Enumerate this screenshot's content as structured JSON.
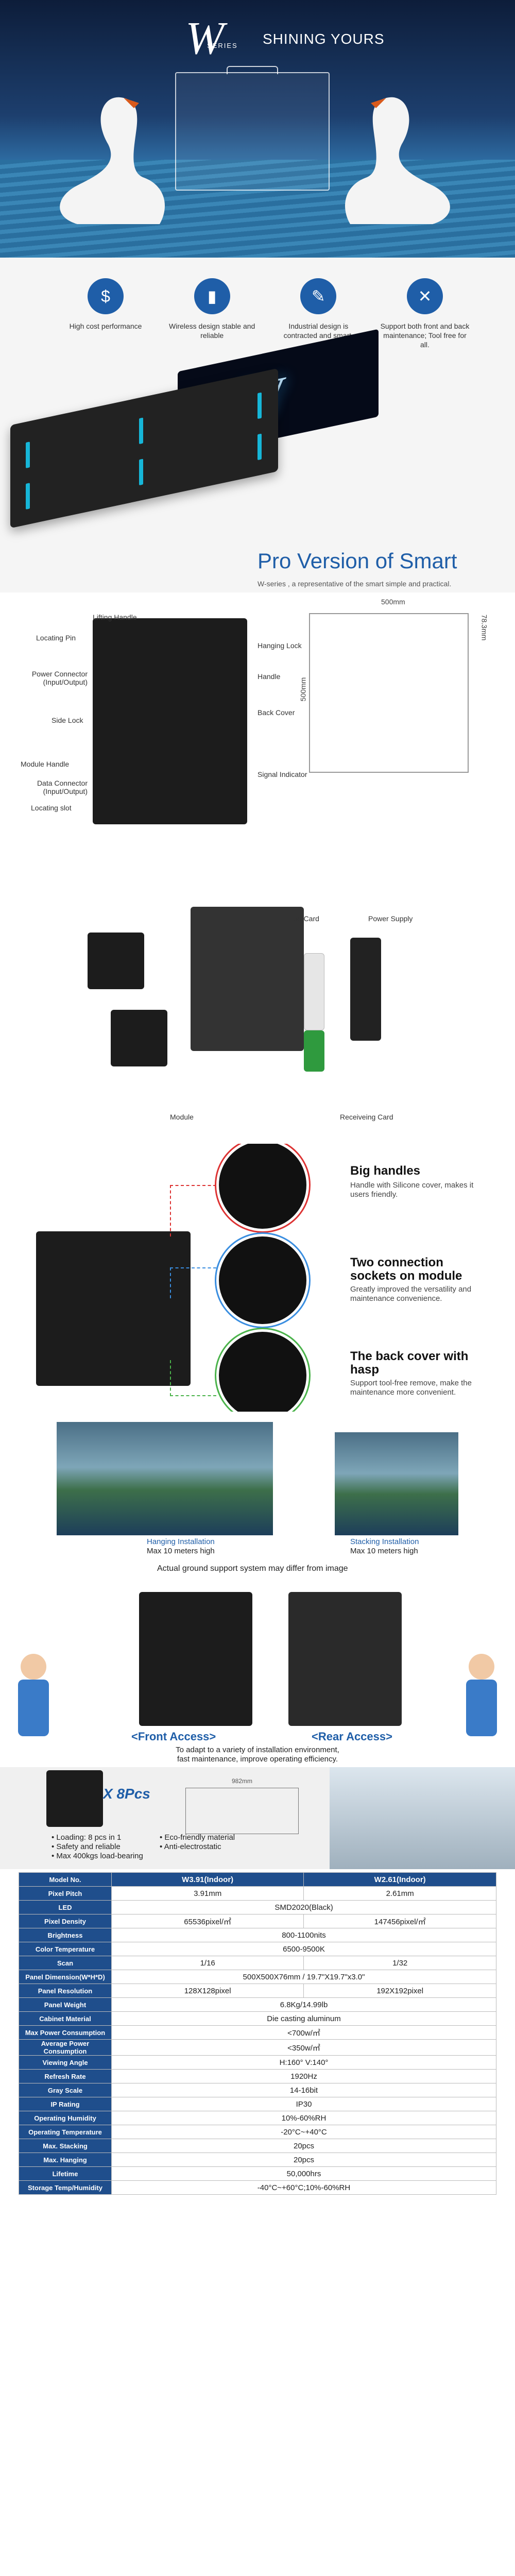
{
  "hero": {
    "logo_letter": "W",
    "series": "SERIES",
    "tagline": "SHINING YOURS"
  },
  "features": [
    {
      "icon": "dollar-icon",
      "glyph": "$",
      "text": "High cost performance"
    },
    {
      "icon": "signal-bars-icon",
      "glyph": "▮",
      "text": "Wireless design stable and reliable"
    },
    {
      "icon": "feather-icon",
      "glyph": "✎",
      "text": "Industrial design is contracted and smart."
    },
    {
      "icon": "tools-icon",
      "glyph": "✕",
      "text": "Support both front and back maintenance; Tool free for all."
    }
  ],
  "pro": {
    "title": "Pro Version of Smart",
    "subtitle": "W-series , a representative of the smart simple and practical."
  },
  "diagram": {
    "labels": [
      "Lifting Handle",
      "Locating Pin",
      "Power Connector (Input/Output)",
      "Side Lock",
      "Module Handle",
      "Data Connector (Input/Output)",
      "Locating slot",
      "Hanging Lock",
      "Handle",
      "Back Cover",
      "Signal Indicator"
    ],
    "width": "500mm",
    "height": "500mm",
    "depth": "78.3mm"
  },
  "exploded": {
    "hub_card": "Hub Card",
    "power_supply": "Power Supply",
    "module": "Module",
    "receiving_card": "Receiveing Card"
  },
  "details": [
    {
      "title": "Big handles",
      "desc": "Handle with Silicone cover, makes it users friendly."
    },
    {
      "title": "Two connection sockets on module",
      "desc": "Greatly improved the versatility and maintenance convenience."
    },
    {
      "title": "The back cover with hasp",
      "desc": "Support tool-free remove, make the maintenance more convenient."
    }
  ],
  "install": {
    "hanging": "Hanging Installation",
    "hanging_max": "Max 10 meters high",
    "stacking": "Stacking Installation",
    "stacking_max": "Max 10 meters high",
    "note": "Actual ground support system may differ from image"
  },
  "access": {
    "front": "<Front Access>",
    "rear": "<Rear Access>",
    "desc1": "To adapt to a variety of installation environment,",
    "desc2": "fast maintenance, improve operating efficiency."
  },
  "packing": {
    "count": "X 8Pcs",
    "dim_top": "982mm",
    "left": [
      "• Loading:  8 pcs in 1",
      "• Safety and reliable",
      "• Max 400kgs load-bearing"
    ],
    "right": [
      "• Eco-friendly material",
      "• Anti-electrostatic"
    ]
  },
  "spec": {
    "header": [
      "Model No.",
      "W3.91(Indoor)",
      "W2.61(Indoor)"
    ],
    "rows": [
      [
        "Pixel Pitch",
        "3.91mm",
        "2.61mm"
      ],
      [
        "LED",
        "SMD2020(Black)"
      ],
      [
        "Pixel Density",
        "65536pixel/㎡",
        "147456pixel/㎡"
      ],
      [
        "Brightness",
        "800-1100nits"
      ],
      [
        "Color Temperature",
        "6500-9500K"
      ],
      [
        "Scan",
        "1/16",
        "1/32"
      ],
      [
        "Panel Dimension(W*H*D)",
        "500X500X76mm / 19.7\"X19.7\"x3.0\""
      ],
      [
        "Panel Resolution",
        "128X128pixel",
        "192X192pixel"
      ],
      [
        "Panel Weight",
        "6.8Kg/14.99lb"
      ],
      [
        "Cabinet Material",
        "Die casting aluminum"
      ],
      [
        "Max Power Consumption",
        "<700w/㎡"
      ],
      [
        "Average Power Consumption",
        "<350w/㎡"
      ],
      [
        "Viewing Angle",
        "H:160° V:140°"
      ],
      [
        "Refresh Rate",
        "1920Hz"
      ],
      [
        "Gray Scale",
        "14-16bit"
      ],
      [
        "IP Rating",
        "IP30"
      ],
      [
        "Operating Humidity",
        "10%-60%RH"
      ],
      [
        "Operating Temperature",
        "-20°C~+40°C"
      ],
      [
        "Max. Stacking",
        "20pcs"
      ],
      [
        "Max. Hanging",
        "20pcs"
      ],
      [
        "Lifetime",
        "50,000hrs"
      ],
      [
        "Storage Temp/Humidity",
        "-40°C~+60°C;10%-60%RH"
      ]
    ]
  }
}
